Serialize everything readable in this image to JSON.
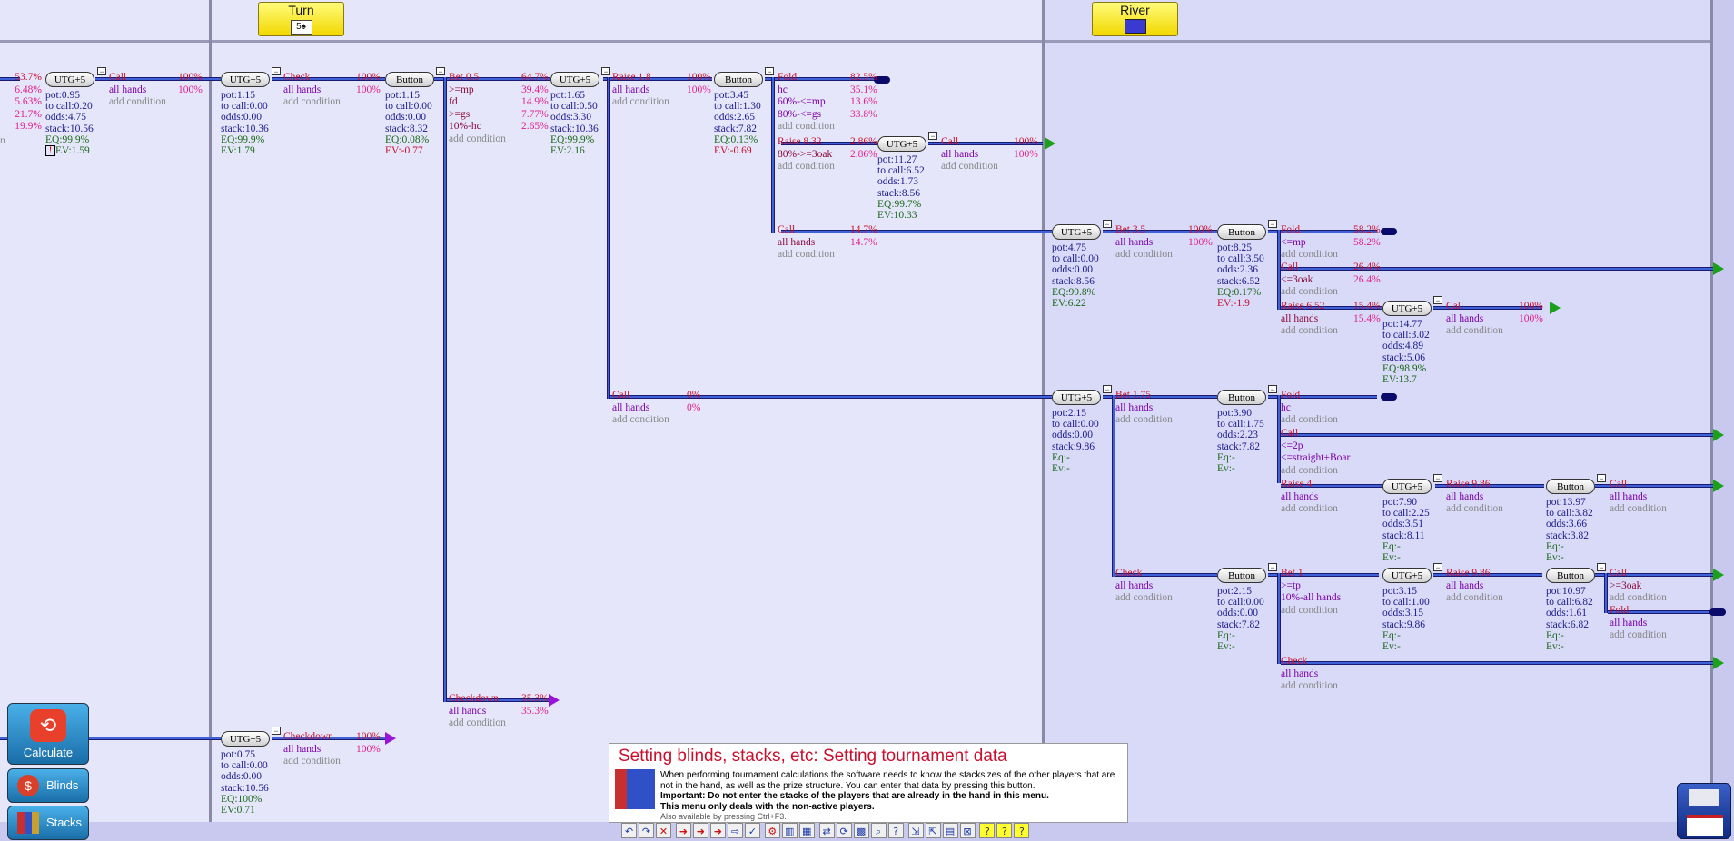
{
  "streets": {
    "turn": {
      "label": "Turn",
      "card": "5♠"
    },
    "river": {
      "label": "River"
    }
  },
  "n1": {
    "pcts": [
      "53.7%",
      "6.48%",
      "5.63%",
      "21.7%",
      "19.9%"
    ],
    "pos": "UTG+5",
    "stats": [
      "pot:0.95",
      "to call:0.20",
      "odds:4.75",
      "stack:10.56",
      "EQ:99.9%",
      "EV:1.59"
    ],
    "act": "Call",
    "cond": "all hands",
    "add": "add condition",
    "p1": "100%",
    "p2": "100%",
    "left_n": "n",
    "alert": "!"
  },
  "n2": {
    "pos": "UTG+5",
    "stats": [
      "pot:1.15",
      "to call:0.00",
      "odds:0.00",
      "stack:10.36",
      "EQ:99.9%",
      "EV:1.79"
    ],
    "act": "Check",
    "cond": "all hands",
    "add": "add condition",
    "p1": "100%",
    "p2": "100%"
  },
  "n3": {
    "pos": "Button",
    "stats": [
      "pot:1.15",
      "to call:0.00",
      "odds:0.00",
      "stack:8.32",
      "EQ:0.08%",
      "EV:-0.77"
    ],
    "act": "Bet 0.5",
    "conds": [
      ">=mp",
      "fd",
      ">=gs",
      "10%-hc"
    ],
    "add": "add condition",
    "pcts": [
      "64.7%",
      "39.4%",
      "14.9%",
      "7.77%",
      "2.65%"
    ]
  },
  "n4": {
    "pos": "UTG+5",
    "stats": [
      "pot:1.65",
      "to call:0.50",
      "odds:3.30",
      "stack:10.36",
      "EQ:99.9%",
      "EV:2.16"
    ],
    "act": "Raise 1.8",
    "cond": "all hands",
    "add": "add condition",
    "p1": "100%",
    "p2": "100%",
    "call": "Call",
    "call_cond": "all hands",
    "call_add": "add condition",
    "cp1": "0%",
    "cp2": "0%"
  },
  "n5": {
    "pos": "Button",
    "stats": [
      "pot:3.45",
      "to call:1.30",
      "odds:2.65",
      "stack:7.82",
      "EQ:0.13%",
      "EV:-0.69"
    ],
    "fold": "Fold",
    "fold_conds": [
      "hc",
      "60%-<=mp",
      "80%-<=gs"
    ],
    "fold_add": "add condition",
    "fold_pcts": [
      "82.5%",
      "35.1%",
      "13.6%",
      "33.8%"
    ],
    "raise": "Raise 8.32",
    "raise_cond": "80%->=3oak",
    "raise_add": "add condition",
    "rp1": "2.86%",
    "rp2": "2.86%",
    "call": "Call",
    "call_cond": "all hands",
    "call_add": "add condition",
    "cp1": "14.7%",
    "cp2": "14.7%"
  },
  "n6": {
    "pos": "UTG+5",
    "stats": [
      "pot:11.27",
      "to call:6.52",
      "odds:1.73",
      "stack:8.56",
      "EQ:99.7%",
      "EV:10.33"
    ],
    "act": "Call",
    "cond": "all hands",
    "add": "add condition",
    "p1": "100%",
    "p2": "100%"
  },
  "n7": {
    "act": "Checkdown",
    "cond": "all hands",
    "add": "add condition",
    "p1": "35.3%",
    "p2": "35.3%"
  },
  "n8": {
    "pos": "UTG+5",
    "stats": [
      "pot:0.75",
      "to call:0.00",
      "odds:0.00",
      "stack:10.56",
      "EQ:100%",
      "EV:0.71"
    ],
    "act": "Checkdown",
    "cond": "all hands",
    "add": "add condition",
    "p1": "100%",
    "p2": "100%"
  },
  "r1": {
    "pos": "UTG+5",
    "stats": [
      "pot:4.75",
      "to call:0.00",
      "odds:0.00",
      "stack:8.56",
      "EQ:99.8%",
      "EV:6.22"
    ],
    "act": "Bet 3.5",
    "cond": "all hands",
    "add": "add condition",
    "p1": "100%",
    "p2": "100%"
  },
  "r2": {
    "pos": "Button",
    "stats": [
      "pot:8.25",
      "to call:3.50",
      "odds:2.36",
      "stack:6.52",
      "EQ:0.17%",
      "EV:-1.9"
    ],
    "fold": "Fold",
    "fold_cond": "<=mp",
    "fold_add": "add condition",
    "fp1": "58.2%",
    "fp2": "58.2%",
    "call": "Call",
    "call_cond": "<=3oak",
    "call_add": "add condition",
    "cp1": "26.4%",
    "cp2": "26.4%",
    "raise": "Raise 6.52",
    "raise_cond": "all hands",
    "raise_add": "add condition",
    "rp1": "15.4%",
    "rp2": "15.4%"
  },
  "r3": {
    "pos": "UTG+5",
    "stats": [
      "pot:14.77",
      "to call:3.02",
      "odds:4.89",
      "stack:5.06",
      "EQ:98.9%",
      "EV:13.7"
    ],
    "act": "Call",
    "cond": "all hands",
    "add": "add condition",
    "p1": "100%",
    "p2": "100%"
  },
  "r4": {
    "pos": "UTG+5",
    "stats": [
      "pot:2.15",
      "to call:0.00",
      "odds:0.00",
      "stack:9.86",
      "Eq:-",
      "Ev:-"
    ],
    "bet": "Bet 1.75",
    "bet_cond": "all hands",
    "bet_add": "add condition",
    "check": "Check",
    "check_cond": "all hands",
    "check_add": "add condition"
  },
  "r5": {
    "pos": "Button",
    "stats": [
      "pot:3.90",
      "to call:1.75",
      "odds:2.23",
      "stack:7.82",
      "Eq:-",
      "Ev:-"
    ],
    "fold": "Fold",
    "fold_cond": "hc",
    "fold_add": "add condition",
    "call": "Call",
    "call_conds": [
      "<=2p",
      "<=straight+Boar"
    ],
    "call_add": "add condition",
    "raise": "Raise 4",
    "raise_cond": "all hands",
    "raise_add": "add condition"
  },
  "r6": {
    "pos": "UTG+5",
    "stats": [
      "pot:7.90",
      "to call:2.25",
      "odds:3.51",
      "stack:8.11",
      "Eq:-",
      "Ev:-"
    ],
    "act": "Raise 9.86",
    "cond": "all hands",
    "add": "add condition"
  },
  "r7": {
    "pos": "Button",
    "stats": [
      "pot:13.97",
      "to call:3.82",
      "odds:3.66",
      "stack:3.82",
      "Eq:-",
      "Ev:-"
    ],
    "act": "Call",
    "cond": "all hands",
    "add": "add condition"
  },
  "r8": {
    "pos": "Button",
    "stats": [
      "pot:2.15",
      "to call:0.00",
      "odds:0.00",
      "stack:7.82",
      "Eq:-",
      "Ev:-"
    ],
    "bet": "Bet 1",
    "bet_conds": [
      ">=tp",
      "10%-all hands"
    ],
    "bet_add": "add condition",
    "check": "Check",
    "check_cond": "all hands",
    "check_add": "add condition"
  },
  "r9": {
    "pos": "UTG+5",
    "stats": [
      "pot:3.15",
      "to call:1.00",
      "odds:3.15",
      "stack:9.86",
      "Eq:-",
      "Ev:-"
    ],
    "act": "Raise 9.86",
    "cond": "all hands",
    "add": "add condition"
  },
  "r10": {
    "pos": "Button",
    "stats": [
      "pot:10.97",
      "to call:6.82",
      "odds:1.61",
      "stack:6.82",
      "Eq:-",
      "Ev:-"
    ],
    "call": "Call",
    "call_cond": ">=3oak",
    "call_add": "add condition",
    "fold": "Fold",
    "fold_cond": "all hands",
    "fold_add": "add condition"
  },
  "side": {
    "calculate": "Calculate",
    "blinds": "Blinds",
    "stacks": "Stacks"
  },
  "tip": {
    "title": "Setting blinds, stacks, etc: Setting tournament data",
    "p1": "When performing tournament calculations the software needs to know the stacksizes of the other players that are not in the hand, as well as the prize structure. You can enter that data by pressing this button.",
    "p2": "Important: Do not enter the stacks of the players that are already in the hand in this menu.",
    "p3": "This menu only deals with the non-active players.",
    "p4": "Also available by pressing Ctrl+F3."
  }
}
